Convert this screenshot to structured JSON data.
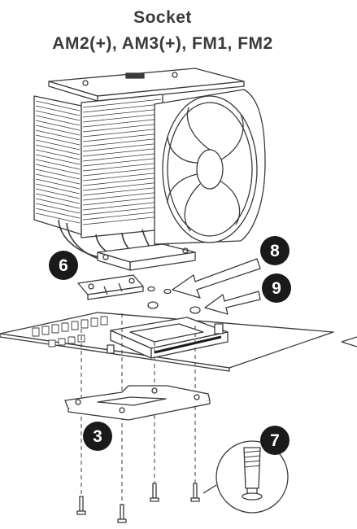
{
  "header": {
    "title": "Socket",
    "subtitle": "AM2(+), AM3(+), FM1, FM2"
  },
  "callouts": [
    {
      "number": "6"
    },
    {
      "number": "8"
    },
    {
      "number": "9"
    },
    {
      "number": "3"
    },
    {
      "number": "7"
    }
  ],
  "colors": {
    "line": "#3a3a3a",
    "badge": "#1a1a1a",
    "fill": "#ffffff"
  }
}
